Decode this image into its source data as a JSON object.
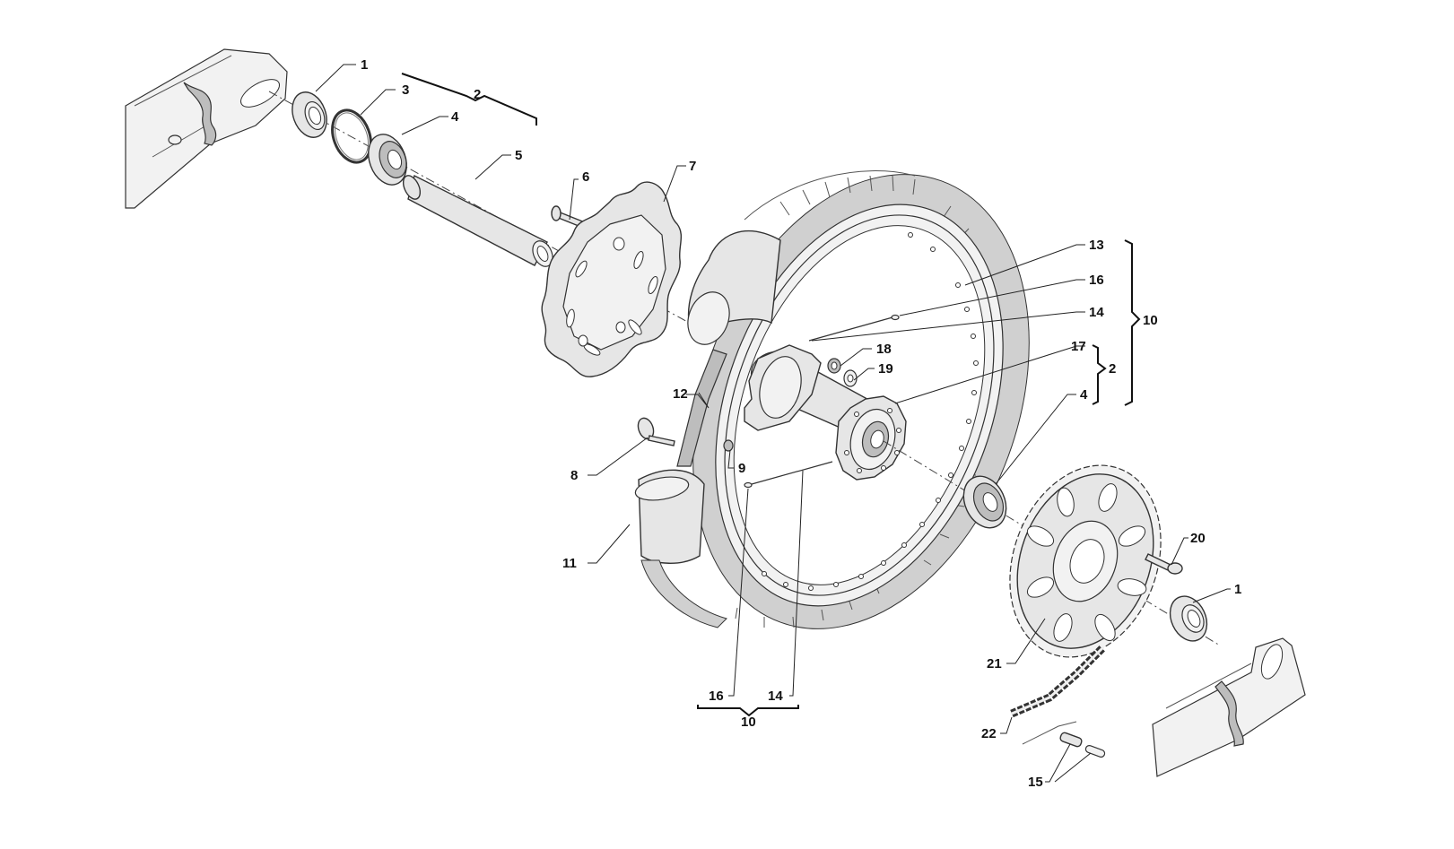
{
  "callouts": {
    "c1a": "1",
    "c3": "3",
    "c2a": "2",
    "c4a": "4",
    "c5": "5",
    "c6": "6",
    "c7": "7",
    "c13": "13",
    "c16a": "16",
    "c14a": "14",
    "c10a": "10",
    "c18": "18",
    "c19": "19",
    "c17": "17",
    "c2b": "2",
    "c4b": "4",
    "c12": "12",
    "c8": "8",
    "c9": "9",
    "c11": "11",
    "c20": "20",
    "c1b": "1",
    "c21": "21",
    "c16b": "16",
    "c14b": "14",
    "c10b": "10",
    "c22": "22",
    "c15": "15"
  }
}
